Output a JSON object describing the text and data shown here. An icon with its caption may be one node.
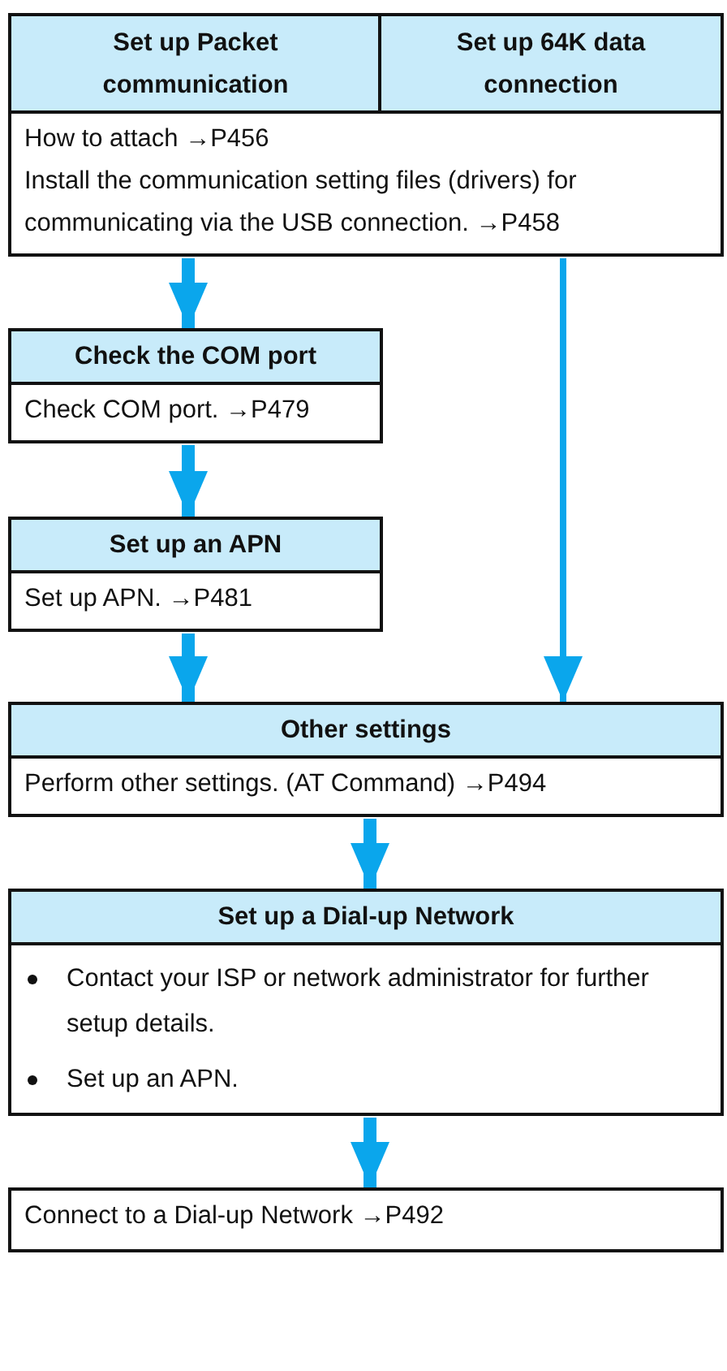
{
  "diagram": {
    "nodes": [
      {
        "text": [
          "Set up Packet communication"
        ]
      },
      {
        "text": [
          "Set up 64K data connection"
        ]
      },
      {
        "text": [
          "How to attach →P456",
          "Install the communication setting files (drivers) for communicating via the USB connection. →P458"
        ]
      },
      {
        "text": [
          "Check the COM port",
          "Check COM port. →P479"
        ]
      },
      {
        "text": [
          "Set up an APN",
          "Set up APN. →P481"
        ]
      },
      {
        "text": [
          "Other settings",
          "Perform other settings. (AT Command) →P494"
        ]
      },
      {
        "text": [
          "Set up a Dial-up Network",
          "Contact your ISP or network administrator for further setup details.",
          "Set up an APN."
        ]
      },
      {
        "text": [
          "Connect to a Dial-up Network →P492"
        ]
      }
    ],
    "edges": [
      {
        "from": 2,
        "to": 3,
        "arrow": "to"
      },
      {
        "from": 3,
        "to": 4,
        "arrow": "to"
      },
      {
        "from": 4,
        "to": 5,
        "arrow": "to"
      },
      {
        "from": 2,
        "to": 5,
        "arrow": "to"
      },
      {
        "from": 5,
        "to": 6,
        "arrow": "to"
      },
      {
        "from": 6,
        "to": 7,
        "arrow": "to"
      }
    ]
  }
}
